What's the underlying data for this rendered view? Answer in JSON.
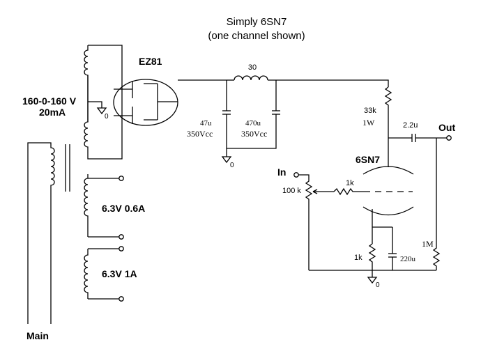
{
  "title": {
    "line1": "Simply 6SN7",
    "line2": "(one channel shown)"
  },
  "power_transformer": {
    "hv_secondary": "160-0-160 V",
    "hv_current": "20mA",
    "fil1": "6.3V 0.6A",
    "fil2": "6.3V 1A",
    "primary": "Main",
    "ground_label": "0"
  },
  "rectifier": {
    "label": "EZ81"
  },
  "filter": {
    "choke": "30",
    "c1_value": "47u",
    "c1_voltage": "350Vcc",
    "c2_value": "470u",
    "c2_voltage": "350Vcc",
    "ground_label": "0"
  },
  "amplifier": {
    "tube": "6SN7",
    "plate_resistor": "33k",
    "plate_resistor_power": "1W",
    "coupling_cap": "2.2u",
    "output": "Out",
    "input": "In",
    "volume_pot": "100 k",
    "grid_stopper": "1k",
    "cathode_resistor": "1k",
    "cathode_cap": "220u",
    "output_resistor": "1M",
    "ground_label": "0"
  }
}
